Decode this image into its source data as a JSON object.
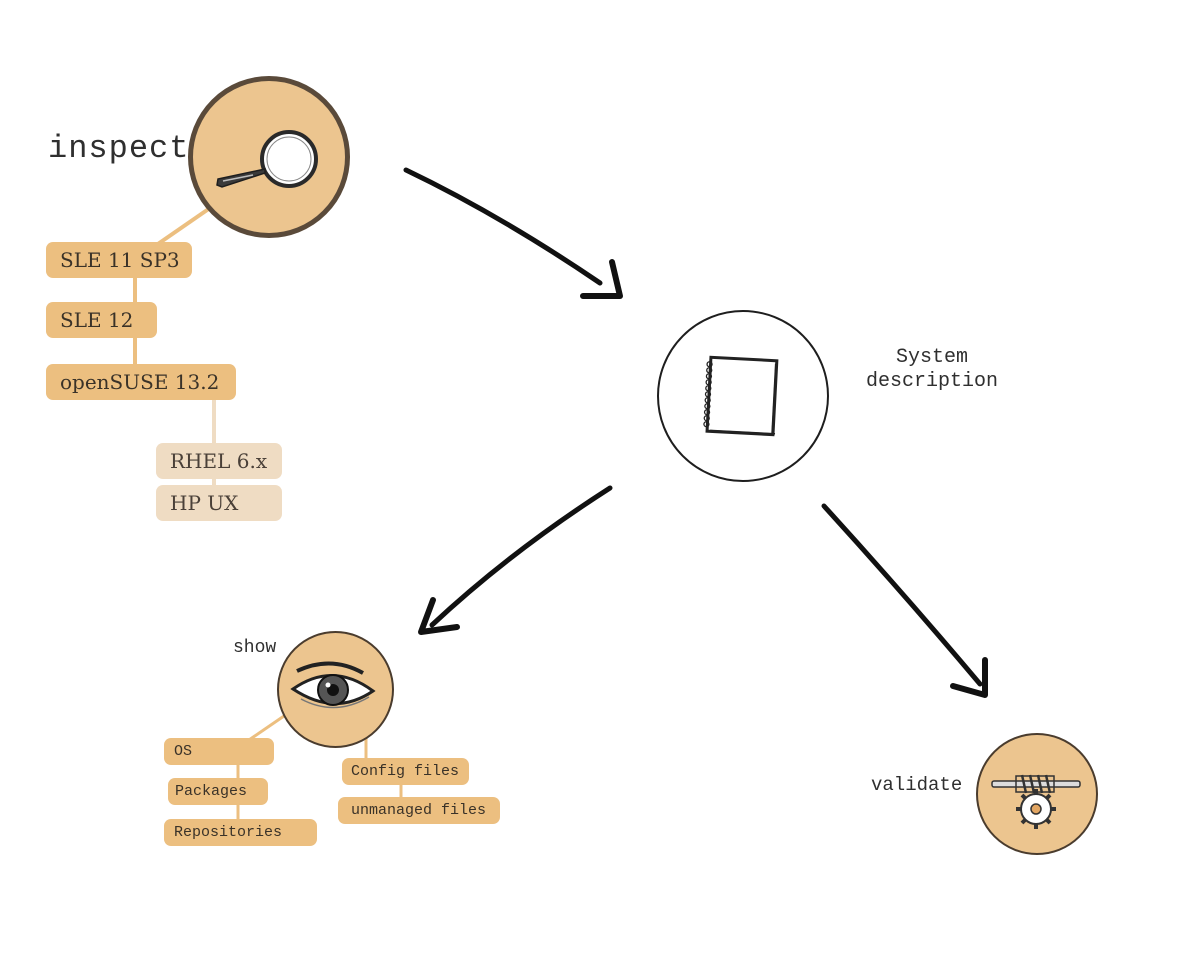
{
  "nodes": {
    "inspect": {
      "label": "inspect",
      "icon": "magnifying-glass-icon"
    },
    "system_description": {
      "label_line1": "System",
      "label_line2": "description",
      "icon": "notebook-icon"
    },
    "show": {
      "label": "show",
      "icon": "eye-icon"
    },
    "validate": {
      "label": "validate",
      "icon": "gear-validation-icon"
    }
  },
  "inspect_targets": {
    "supported": [
      "SLE 11 SP3",
      "SLE 12",
      "openSUSE 13.2"
    ],
    "planned": [
      "RHEL 6.x",
      "HP UX"
    ]
  },
  "show_items": {
    "left": [
      "OS",
      "Packages",
      "Repositories"
    ],
    "right": [
      "Config files",
      "unmanaged files"
    ]
  },
  "colors": {
    "node_fill": "#ecc58f",
    "node_border": "#5a4a3a",
    "tag_solid": "#ecbf80",
    "tag_pale": "#efdcc3",
    "connector": "#ecbf80",
    "connector_pale": "#efdcc3",
    "arrow": "#111111"
  }
}
